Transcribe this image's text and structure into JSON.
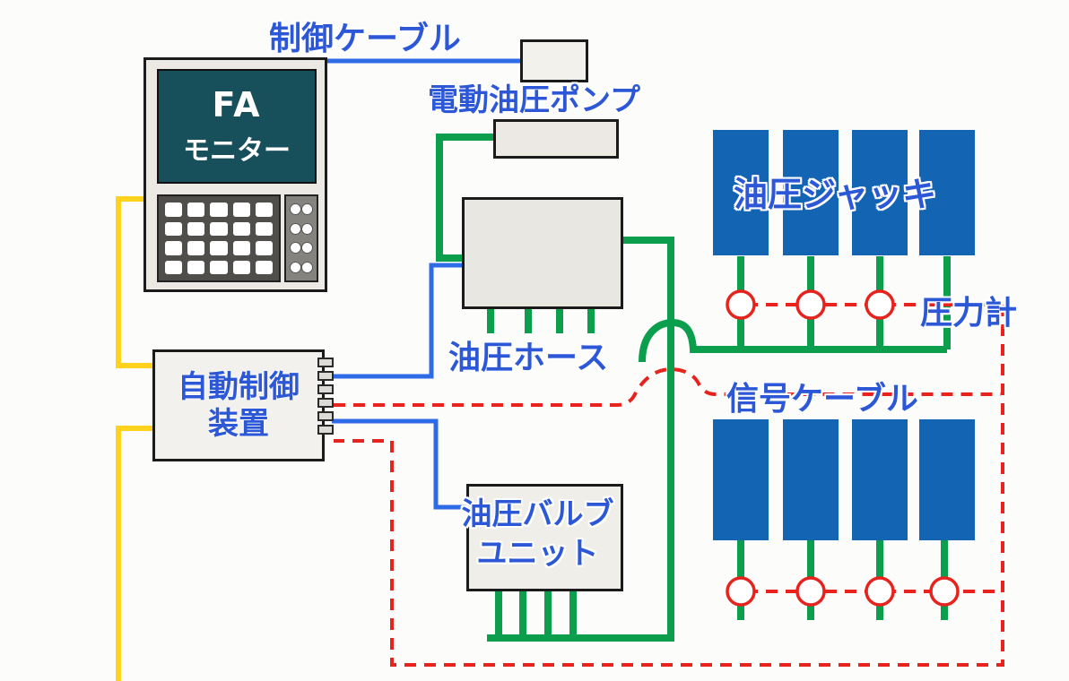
{
  "colors": {
    "label_blue": "#2c58d8",
    "cable_blue": "#2e6be6",
    "hose_green": "#0b9e4d",
    "power_yellow": "#ffd21e",
    "signal_red": "#e8231e",
    "jack_blue": "#1464b4",
    "screen_teal": "#174f5a"
  },
  "monitor": {
    "screen_line1": "FA",
    "screen_line2": "モニター"
  },
  "labels": {
    "control_cable": "制御ケーブル",
    "electric_pump": "電動油圧ポンプ",
    "hydraulic_jack": "油圧ジャッキ",
    "pressure_gauge": "圧力計",
    "hydraulic_hose": "油圧ホース",
    "signal_cable": "信号ケーブル",
    "auto_controller_line1": "自動制御",
    "auto_controller_line2": "装置",
    "valve_unit_line1": "油圧バルブ",
    "valve_unit_line2": "ユニット"
  }
}
